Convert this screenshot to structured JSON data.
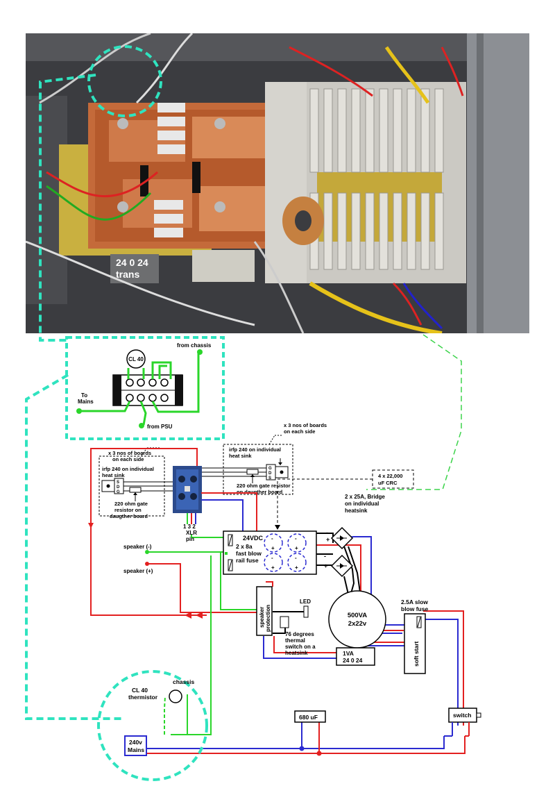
{
  "photo": {
    "trans_label_line1": "24 0 24",
    "trans_label_line2": "trans"
  },
  "terminal_inset": {
    "thermistor": "CL 40",
    "from_chassis": "from chassis",
    "to_mains_line1": "To",
    "to_mains_line2": "Mains",
    "from_psu": "from PSU"
  },
  "left_board_note": {
    "count_line1": "x 3 nos of boards",
    "count_line2": "on each side",
    "irfp_line1": "irfp 240 on individual",
    "irfp_line2": "heat sink",
    "pins": [
      "S",
      "D",
      "G"
    ],
    "resistor_line1": "220 ohm gate",
    "resistor_line2": "resistor on",
    "resistor_line3": "daugther board"
  },
  "right_board_note": {
    "count_line1": "x 3 nos of boards",
    "count_line2": "on each side",
    "irfp_line1": "irfp 240 on individual",
    "irfp_line2": "heat sink",
    "pins": [
      "G",
      "D",
      "S"
    ],
    "resistor_line1": "220 ohm gate resistor",
    "resistor_line2": "on daugther board"
  },
  "xlr": {
    "pins": "1 3 2",
    "line2": "XLR",
    "line3": "pin"
  },
  "caps_note": {
    "line1": "4 x 22,000",
    "line2": "uF CRC"
  },
  "bridge_note": {
    "line1": "2 x 25A, Bridge",
    "line2": "on individual",
    "line3": "heatsink"
  },
  "psu_box": {
    "voltage": "24VDC",
    "fuse_line1": "2 x 8a",
    "fuse_line2": "fast blow",
    "fuse_line3": "rail fuse"
  },
  "speaker_neg": "speaker (-)",
  "speaker_pos": "speaker (+)",
  "speaker_protection_line1": "speaker",
  "speaker_protection_line2": "protection",
  "led": "LED",
  "thermal_switch": {
    "line1": "76 degrees",
    "line2": "thermal",
    "line3": "switch on a",
    "line4": "heatsink"
  },
  "transformer": {
    "line1": "500VA",
    "line2": "2x22v"
  },
  "slow_fuse": {
    "line1": "2.5A slow",
    "line2": "blow fuse"
  },
  "soft_start": "soft start",
  "small_trans": {
    "line1": "1VA",
    "line2": "24 0 24"
  },
  "cl40": {
    "line1": "CL 40",
    "line2": "thermistor"
  },
  "chassis": "chassis",
  "mains": {
    "line1": "240v",
    "line2": "Mains"
  },
  "cap_680": "680 uF",
  "switch": "switch",
  "colors": {
    "teal_dash": "#2fe3bf",
    "green_dash": "#3bd34a",
    "red": "#e32020",
    "blue": "#2a2ad0",
    "green": "#2ad62a",
    "black": "#000000"
  }
}
